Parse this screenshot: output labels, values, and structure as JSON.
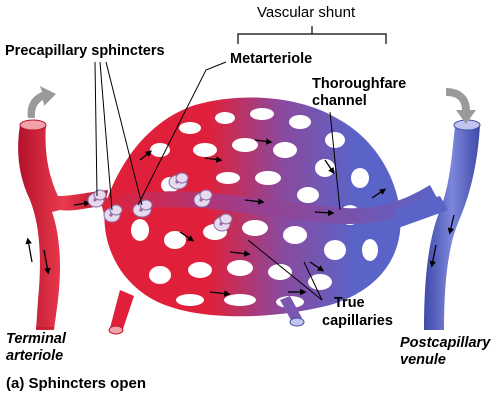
{
  "labels": {
    "vascular_shunt": "Vascular shunt",
    "precapillary_sphincters": "Precapillary sphincters",
    "metarteriole": "Metarteriole",
    "thoroughfare_line1": "Thoroughfare",
    "thoroughfare_line2": "channel",
    "true_line1": "True",
    "true_line2": "capillaries",
    "terminal_line1": "Terminal",
    "terminal_line2": "arteriole",
    "postcap_line1": "Postcapillary",
    "postcap_line2": "venule",
    "caption": "(a) Sphincters open"
  },
  "colors": {
    "arterial": "#e0203a",
    "arterial_dark": "#b3122a",
    "venous": "#5a64c8",
    "venous_dark": "#3f4aa8",
    "sphincter": "#e7d9ee",
    "arrow_gray": "#9a9a9a"
  }
}
